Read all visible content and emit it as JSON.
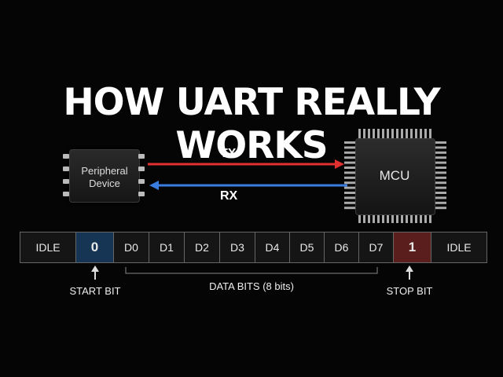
{
  "title": "HOW UART REALLY WORKS",
  "devices": {
    "peripheral": "Peripheral Device",
    "mcu": "MCU"
  },
  "signals": {
    "tx": "TX",
    "rx": "RX",
    "tx_color": "#e03030",
    "rx_color": "#3a7de0"
  },
  "frame": {
    "cells": [
      {
        "label": "IDLE",
        "kind": "idle"
      },
      {
        "label": "0",
        "kind": "start"
      },
      {
        "label": "D0",
        "kind": "data"
      },
      {
        "label": "D1",
        "kind": "data"
      },
      {
        "label": "D2",
        "kind": "data"
      },
      {
        "label": "D3",
        "kind": "data"
      },
      {
        "label": "D4",
        "kind": "data"
      },
      {
        "label": "D5",
        "kind": "data"
      },
      {
        "label": "D6",
        "kind": "data"
      },
      {
        "label": "D7",
        "kind": "data"
      },
      {
        "label": "1",
        "kind": "stop"
      },
      {
        "label": "IDLE",
        "kind": "idle"
      }
    ],
    "start_bit_label": "START BIT",
    "data_bits_label": "DATA BITS (8 bits)",
    "stop_bit_label": "STOP BIT"
  }
}
